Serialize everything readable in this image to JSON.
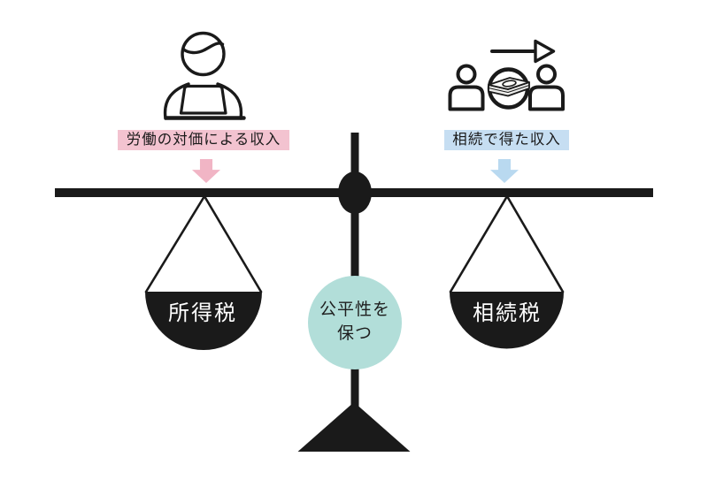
{
  "diagram": {
    "title_hidden": "",
    "left": {
      "icon": "worker-at-laptop",
      "label": "労働の対価による収入",
      "pan_label": "所得税"
    },
    "right": {
      "icon": "inheritance-transfer",
      "label": "相続で得た収入",
      "pan_label": "相続税"
    },
    "center": {
      "circle_line1": "公平性を",
      "circle_line2": "保つ"
    }
  },
  "colors": {
    "ink": "#1a1a1a",
    "pink-bg": "#f3c3d0",
    "pink-arrow": "#f1b5c5",
    "blue-bg": "#c6def2",
    "blue-arrow": "#b9d9f0",
    "teal": "#b2ded9"
  }
}
